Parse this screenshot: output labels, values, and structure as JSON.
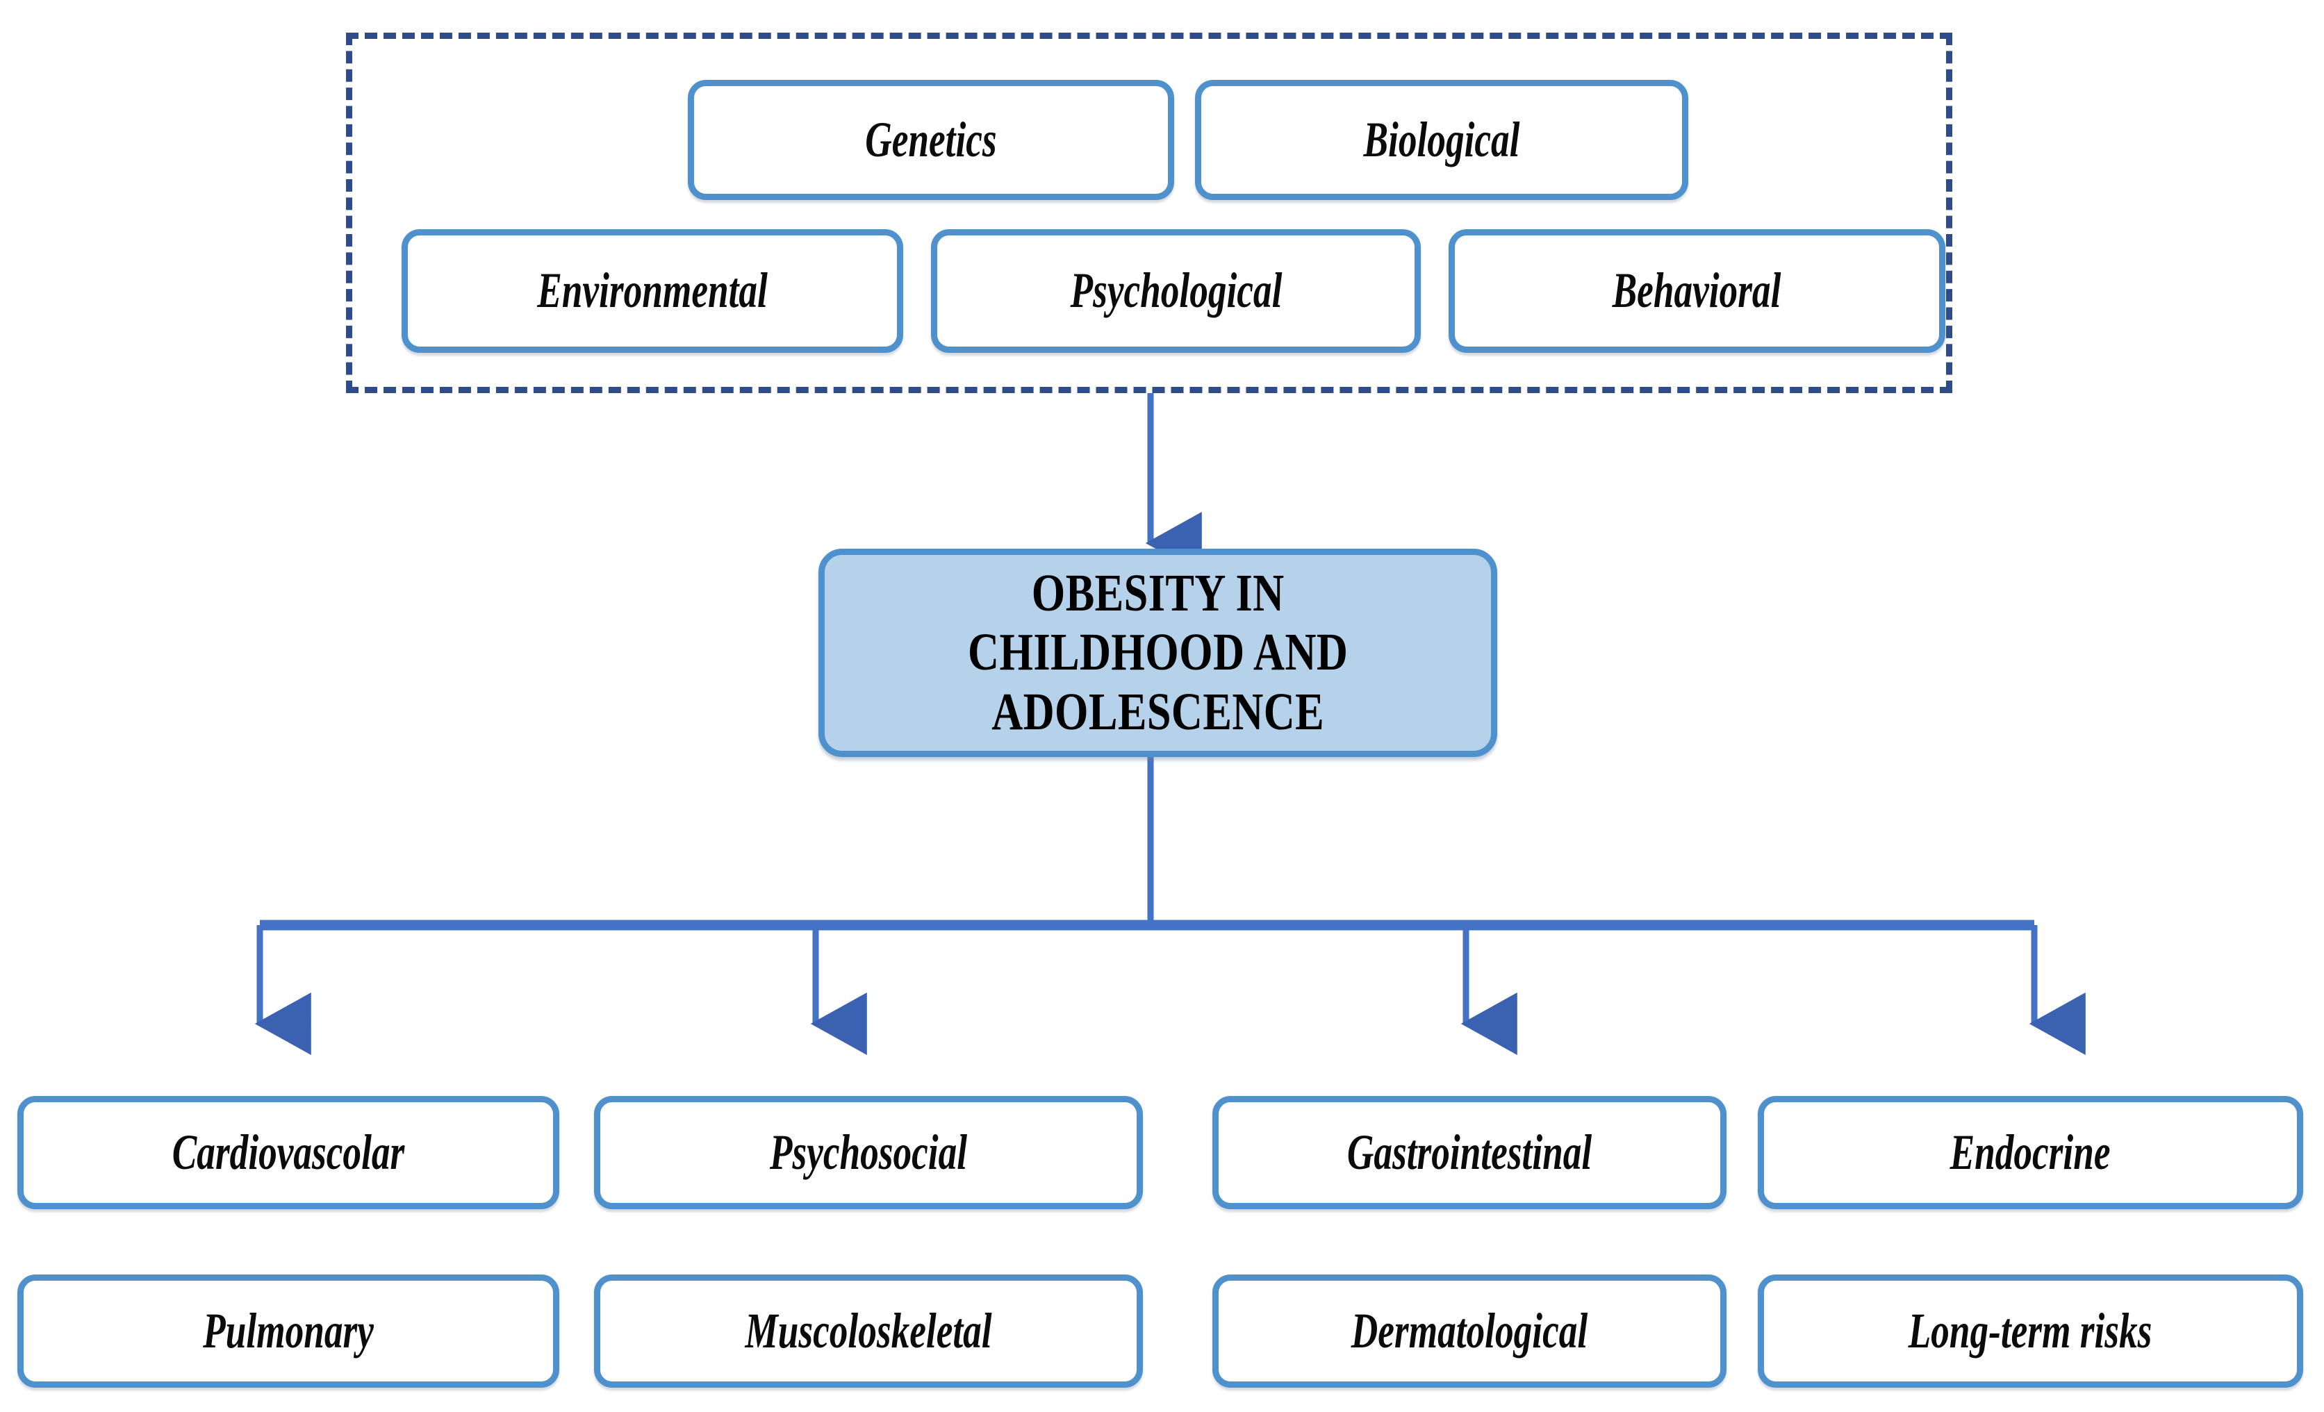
{
  "diagram": {
    "title_node": {
      "label": "OBESITY IN CHILDHOOD AND ADOLESCENCE",
      "line1": "OBESITY IN",
      "line2": "CHILDHOOD AND",
      "line3": "ADOLESCENCE",
      "fill_color": "#b5d2ea",
      "border_color": "#4e91cd"
    },
    "causes_group": {
      "border_style": "dashed",
      "border_color": "#2e4b8a",
      "row1": [
        {
          "label": "Genetics"
        },
        {
          "label": "Biological"
        }
      ],
      "row2": [
        {
          "label": "Environmental"
        },
        {
          "label": "Psychological"
        },
        {
          "label": "Behavioral"
        }
      ]
    },
    "consequences": {
      "row1": [
        {
          "label": "Cardiovascolar"
        },
        {
          "label": "Psychosocial"
        },
        {
          "label": "Gastrointestinal"
        },
        {
          "label": "Endocrine"
        }
      ],
      "row2": [
        {
          "label": "Pulmonary"
        },
        {
          "label": "Muscoloskeletal"
        },
        {
          "label": "Dermatological"
        },
        {
          "label": "Long-term risks"
        }
      ]
    },
    "connector_color": "#4472c4",
    "box_border_color": "#4e91cd"
  }
}
